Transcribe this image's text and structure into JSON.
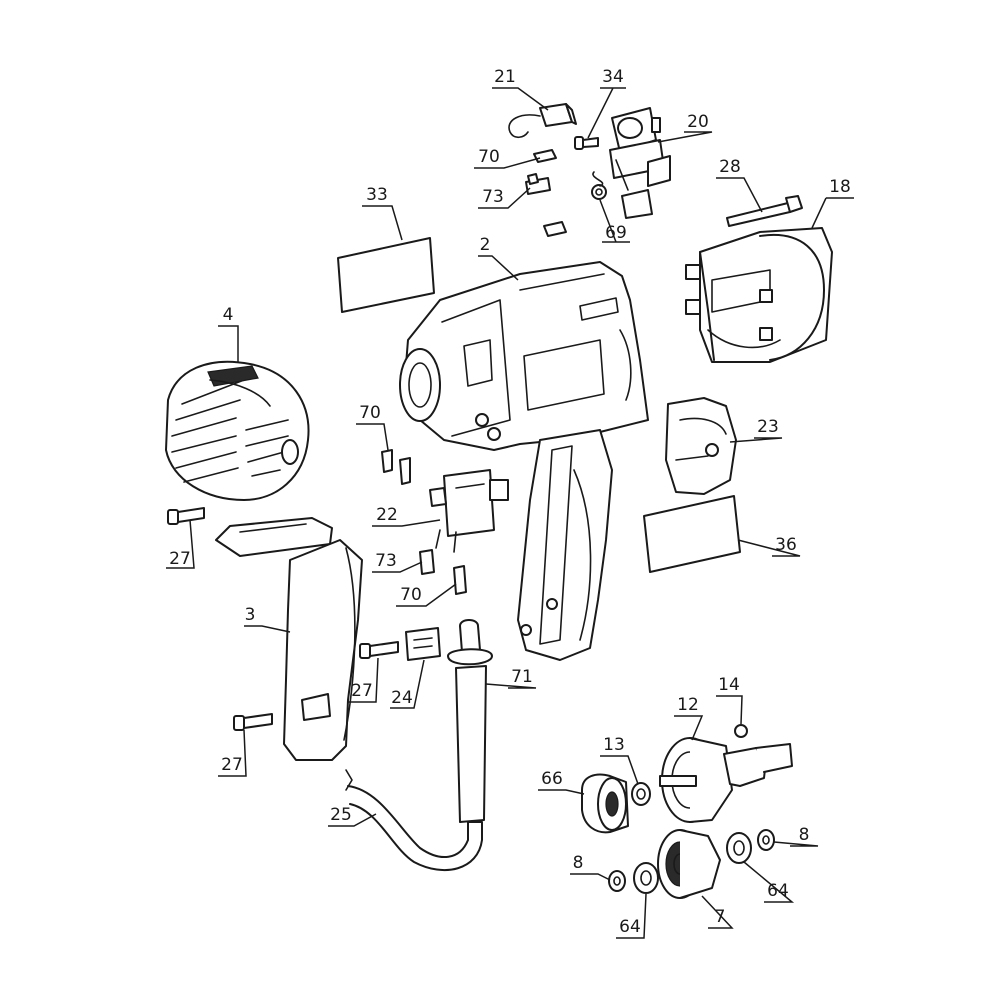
{
  "diagram": {
    "type": "exploded parts diagram",
    "callouts": [
      {
        "id": "21",
        "text": "21"
      },
      {
        "id": "34",
        "text": "34"
      },
      {
        "id": "20",
        "text": "20"
      },
      {
        "id": "70a",
        "text": "70"
      },
      {
        "id": "73a",
        "text": "73"
      },
      {
        "id": "69",
        "text": "69"
      },
      {
        "id": "33",
        "text": "33"
      },
      {
        "id": "2",
        "text": "2"
      },
      {
        "id": "28",
        "text": "28"
      },
      {
        "id": "18",
        "text": "18"
      },
      {
        "id": "4",
        "text": "4"
      },
      {
        "id": "70b",
        "text": "70"
      },
      {
        "id": "23",
        "text": "23"
      },
      {
        "id": "22",
        "text": "22"
      },
      {
        "id": "27a",
        "text": "27"
      },
      {
        "id": "73b",
        "text": "73"
      },
      {
        "id": "70c",
        "text": "70"
      },
      {
        "id": "36",
        "text": "36"
      },
      {
        "id": "3",
        "text": "3"
      },
      {
        "id": "27b",
        "text": "27"
      },
      {
        "id": "24",
        "text": "24"
      },
      {
        "id": "71",
        "text": "71"
      },
      {
        "id": "14",
        "text": "14"
      },
      {
        "id": "12",
        "text": "12"
      },
      {
        "id": "27c",
        "text": "27"
      },
      {
        "id": "13",
        "text": "13"
      },
      {
        "id": "66",
        "text": "66"
      },
      {
        "id": "25",
        "text": "25"
      },
      {
        "id": "8a",
        "text": "8"
      },
      {
        "id": "8b",
        "text": "8"
      },
      {
        "id": "64a",
        "text": "64"
      },
      {
        "id": "64b",
        "text": "64"
      },
      {
        "id": "7",
        "text": "7"
      }
    ]
  }
}
